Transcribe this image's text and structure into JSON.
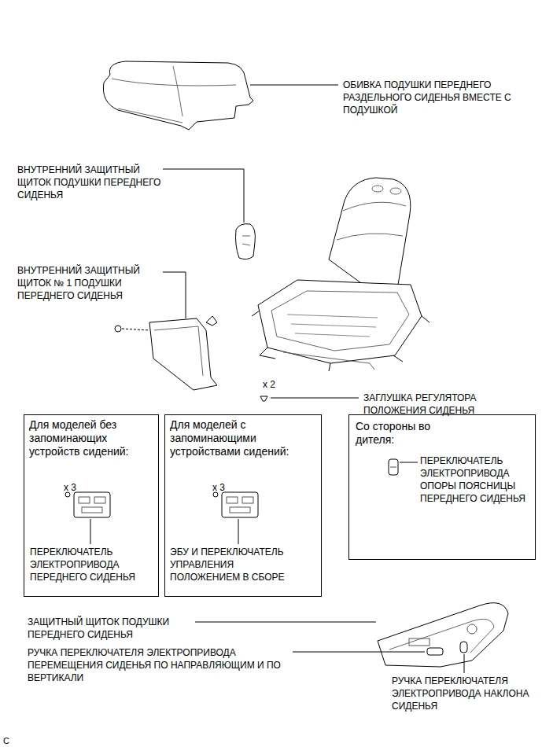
{
  "diagram": {
    "nodes": [
      {
        "text": [
          "Для моделей без запоминающих устройств сидений:",
          "x 3",
          "ПЕРЕКЛЮЧАТЕЛЬ ЭЛЕКТРОПРИВОДА ПЕРЕДНЕГО СИДЕНЬЯ"
        ]
      },
      {
        "text": [
          "Для моделей с запоминающими устройствами сидений:",
          "x 3",
          "ЭБУ И ПЕРЕКЛЮЧАТЕЛЬ УПРАВЛЕНИЯ ПОЛОЖЕНИЕМ В СБОРЕ"
        ]
      },
      {
        "text": [
          "Со стороны во дителя:",
          "ПЕРЕКЛЮЧАТЕЛЬ ЭЛЕКТРОПРИВОДА ОПОРЫ ПОЯСНИЦЫ ПЕРЕДНЕГО СИДЕНЬЯ"
        ]
      }
    ],
    "edges": [],
    "labels": [
      "ОБИВКА ПОДУШКИ ПЕРЕДНЕГО РАЗДЕЛЬНОГО СИДЕНЬЯ ВМЕСТЕ С ПОДУШКОЙ",
      "ВНУТРЕННИЙ ЗАЩИТНЫЙ ЩИТОК ПОДУШКИ ПЕРЕДНЕГО СИДЕНЬЯ",
      "ВНУТРЕННИЙ ЗАЩИТНЫЙ ЩИТОК № 1 ПОДУШКИ ПЕРЕДНЕГО СИДЕНЬЯ",
      "x 2",
      "ЗАГЛУШКА РЕГУЛЯТОРА ПОЛОЖЕНИЯ СИДЕНЬЯ",
      "ЗАЩИТНЫЙ ЩИТОК ПОДУШКИ ПЕРЕДНЕГО СИДЕНЬЯ",
      "РУЧКА ПЕРЕКЛЮЧАТЕЛЯ ЭЛЕКТРОПРИВОДА ПЕРЕМЕЩЕНИЯ СИДЕНЬЯ ПО НАПРАВЛЯЮЩИМ И ПО ВЕРТИКАЛИ",
      "РУЧКА ПЕРЕКЛЮЧАТЕЛЯ ЭЛЕКТРОПРИВОДА НАКЛОНА СИДЕНЬЯ",
      "C"
    ]
  }
}
